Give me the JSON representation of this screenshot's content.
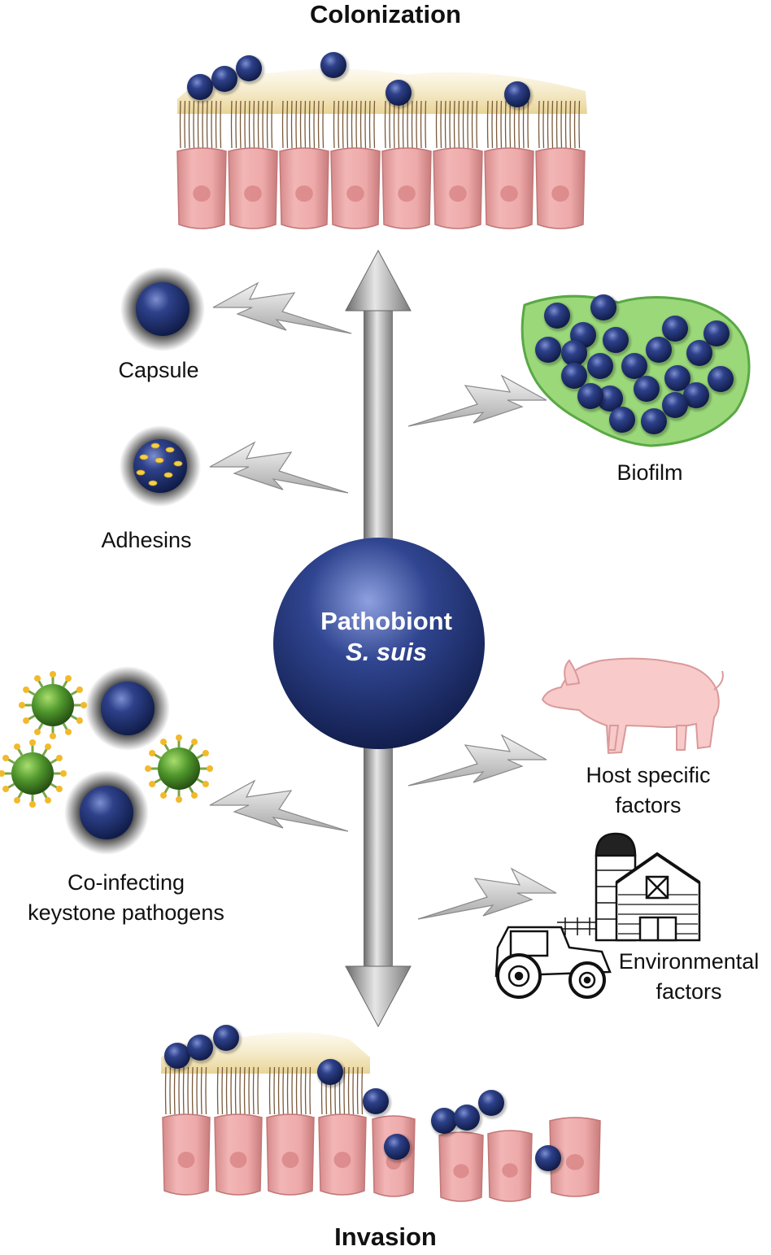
{
  "titles": {
    "top": "Colonization",
    "bottom": "Invasion"
  },
  "center": {
    "line1": "Pathobiont",
    "line2": "S. suis"
  },
  "labels": {
    "capsule": "Capsule",
    "adhesins": "Adhesins",
    "biofilm": "Biofilm",
    "host": "Host specific\nfactors",
    "environment": "Environmental\nfactors",
    "coinfecting": "Co-infecting\nkeystone pathogens"
  },
  "colors": {
    "bacterium": "#1c2e6b",
    "cell": "#e8a3a3",
    "cilia": "#d8c27a",
    "biofilm": "#8ed06a",
    "copathogen": "#4a8a2a",
    "pig": "#f6c6c6",
    "arrow": "#9a9a9a"
  }
}
